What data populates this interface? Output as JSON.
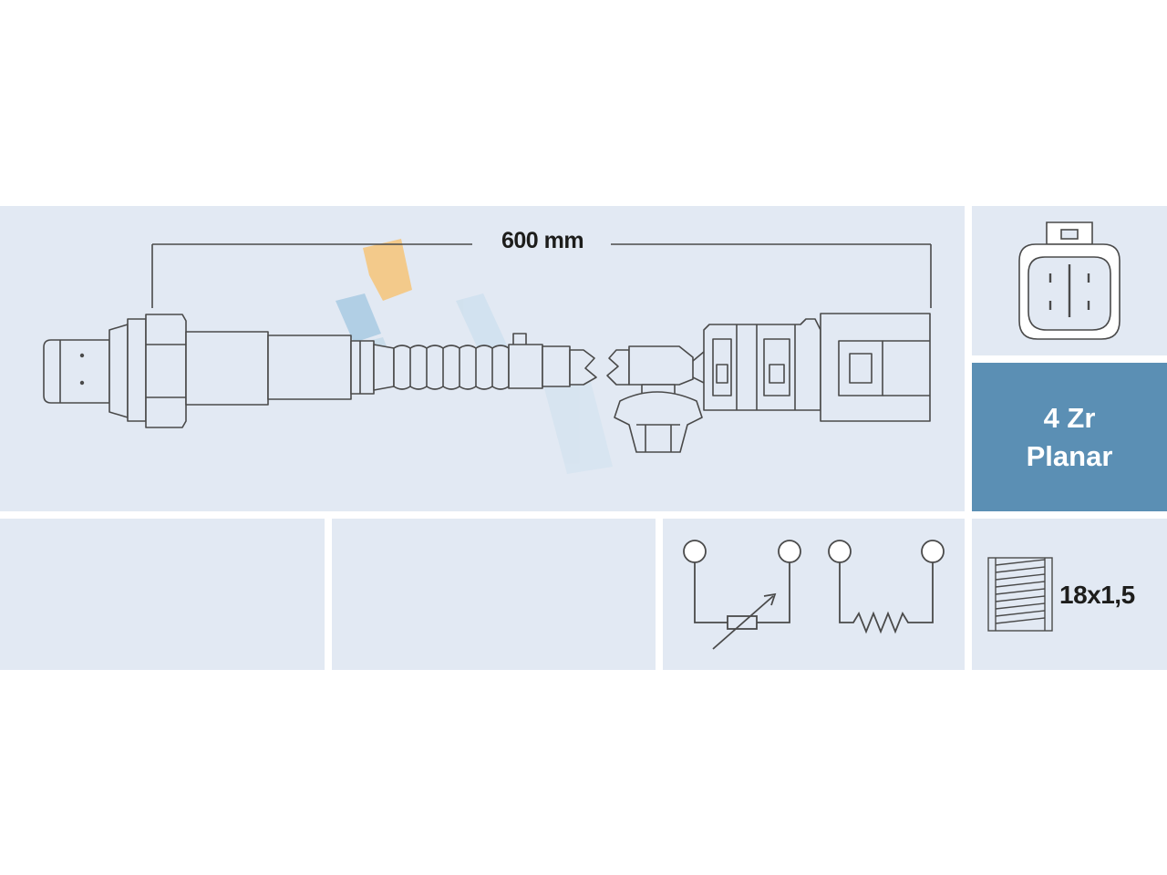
{
  "dimension": {
    "length_label": "600 mm"
  },
  "sensor_type": {
    "line1": "4 Zr",
    "line2": "Planar"
  },
  "thread": {
    "label": "18x1,5"
  },
  "colors": {
    "panel_background": "#e2e9f3",
    "highlight_panel": "#5b8fb4",
    "line": "#4a4a4a",
    "text": "#1d1d1b",
    "watermark_orange": "#f6c57a",
    "watermark_blue": "#a9cbe3"
  },
  "icons": {
    "connector": "connector-4-pin-icon",
    "circuit": "variable-resistor-and-heater-icon",
    "thread": "thread-icon",
    "watermark": "brand-watermark-logo"
  }
}
